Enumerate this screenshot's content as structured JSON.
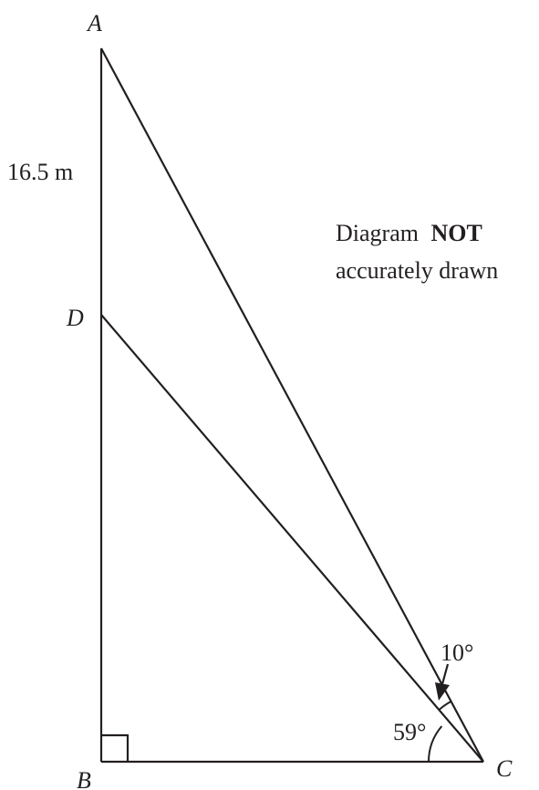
{
  "points": {
    "A": "A",
    "B": "B",
    "C": "C",
    "D": "D"
  },
  "measurements": {
    "length_AD": "16.5 m",
    "angle_ACD": "10°",
    "angle_DCB": "59°"
  },
  "note": {
    "line1_prefix": "Diagram",
    "line1_bold": "NOT",
    "line2": "accurately drawn"
  },
  "colors": {
    "ink": "#231f20",
    "background": "#ffffff"
  }
}
